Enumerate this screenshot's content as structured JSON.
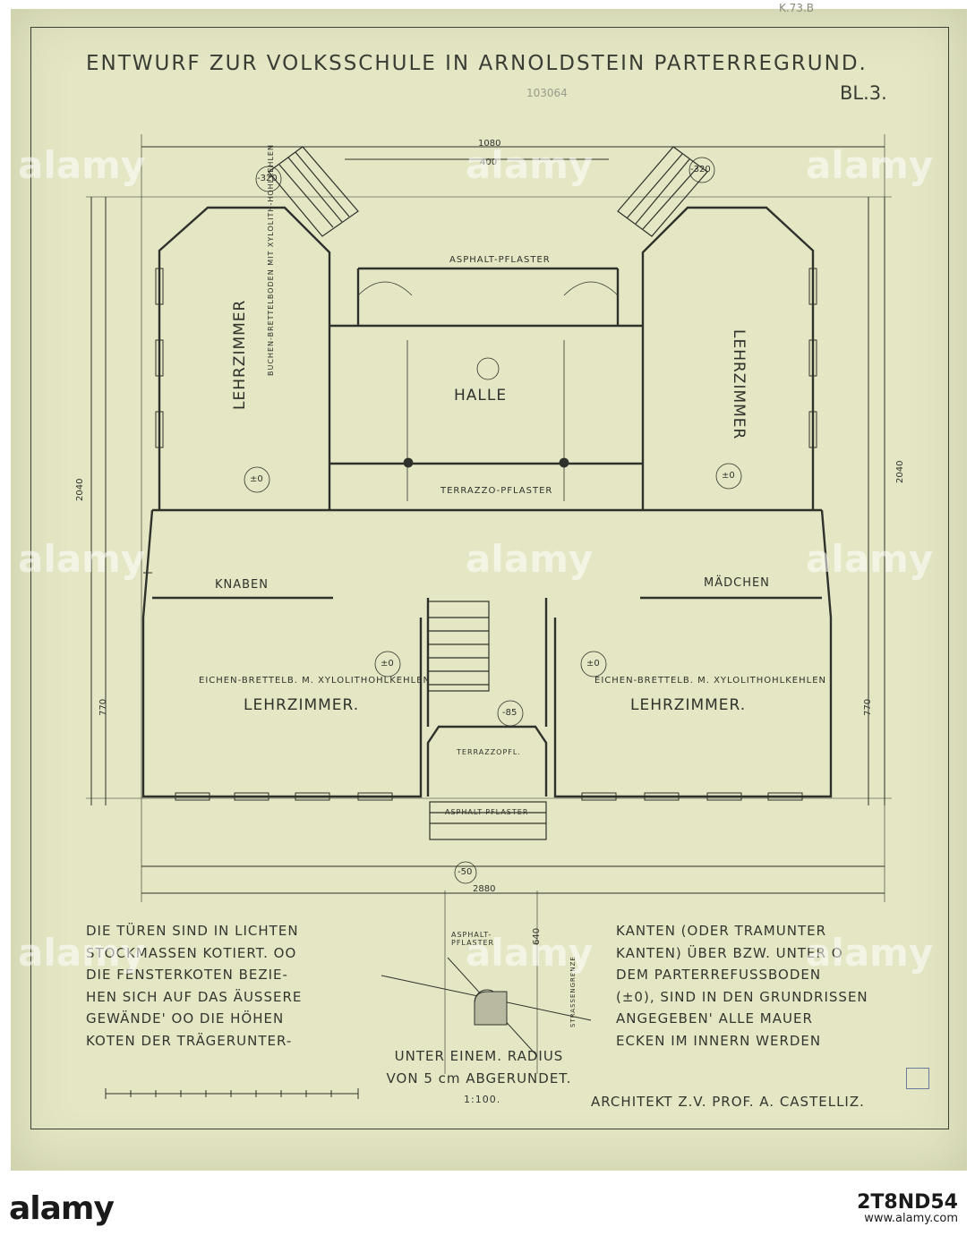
{
  "drawing": {
    "title": "ENTWURF ZUR VOLKSSCHULE IN ARNOLDSTEIN PARTERREGRUND.",
    "sheet_number": "BL.3.",
    "corner_note": "K.73.B",
    "pencil_note": "103064",
    "scale": "1:100.",
    "architect": "ARCHITEKT Z.V. PROF. A. CASTELLIZ."
  },
  "rooms": {
    "hall": "HALLE",
    "classroom_nw": "LEHRZIMMER",
    "classroom_ne": "LEHRZIMMER",
    "classroom_sw": "LEHRZIMMER.",
    "classroom_se": "LEHRZIMMER.",
    "boys": "KNABEN",
    "girls": "MÄDCHEN",
    "floor_sw": "EICHEN-BRETTELB. M. XYLOLITHOHLKEHLEN",
    "floor_se": "EICHEN-BRETTELB. M. XYLOLITHOHLKEHLEN",
    "floor_nw": "BUCHEN-BRETTELBODEN MIT XYLOLITH-HOHLKEHLEN",
    "hall_floor": "TERRAZZO-PFLASTER",
    "porch_floor": "ASPHALT-PFLASTER",
    "entry_floor": "ASPHALT-PFLASTER",
    "vestibule": "TERRAZZOPFL.",
    "outside": "ASPHALT-PFLASTER",
    "street_line": "STRASSENGRENZE",
    "level_zero": "±0",
    "level_85": "-85",
    "level_50": "-50",
    "level_320": "-320"
  },
  "dimensions": {
    "overall_width": "2880",
    "top_centre": "1080",
    "mid_span": "400",
    "side_depth_left": "2040",
    "side_depth_right": "2040",
    "classroom_depth_left": "770",
    "classroom_depth_right": "770",
    "front_setback": "640"
  },
  "notes": {
    "left": [
      "DIE TÜREN SIND IN LICHTEN",
      "STOCKMASSEN KOTIERT. OO",
      "DIE FENSTERKOTEN BEZIE-",
      "HEN SICH AUF DAS ÄUSSERE",
      "GEWÄNDE' OO DIE HÖHEN",
      "KOTEN DER TRÄGERUNTER-"
    ],
    "right": [
      "KANTEN (ODER TRAMUNTER",
      "KANTEN) ÜBER BZW. UNTER O",
      "DEM PARTERREFUSSBODEN",
      "(±0), SIND IN DEN GRUNDRISSEN",
      "ANGEGEBEN' ALLE MAUER",
      "ECKEN IM INNERN WERDEN"
    ],
    "bottom": [
      "UNTER EINEM. RADIUS",
      "VON 5 cm ABGERUNDET."
    ]
  },
  "watermark": {
    "logo": "alamy",
    "id_code": "2T8ND54",
    "url": "www.alamy.com"
  },
  "colors": {
    "paper": "#e4e6c4",
    "ink": "#2f322b"
  }
}
